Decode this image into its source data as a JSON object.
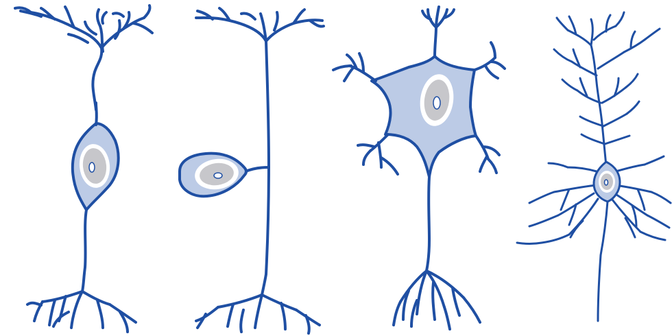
{
  "diagram": {
    "description_text": "",
    "colors": {
      "outline": "#1f4fa3",
      "cytoplasm": "#bccbe6",
      "nucleus": "#c7c7cb",
      "nucleus_ring": "#ffffff",
      "nucleolus": "#ffffff",
      "background": "#ffffff"
    },
    "neurons": [
      {
        "id": "bipolar",
        "type_icon": "bipolar-neuron-icon"
      },
      {
        "id": "unipolar",
        "type_icon": "unipolar-neuron-icon"
      },
      {
        "id": "multipolar",
        "type_icon": "multipolar-neuron-icon"
      },
      {
        "id": "pyramidal",
        "type_icon": "pyramidal-neuron-icon"
      }
    ]
  }
}
